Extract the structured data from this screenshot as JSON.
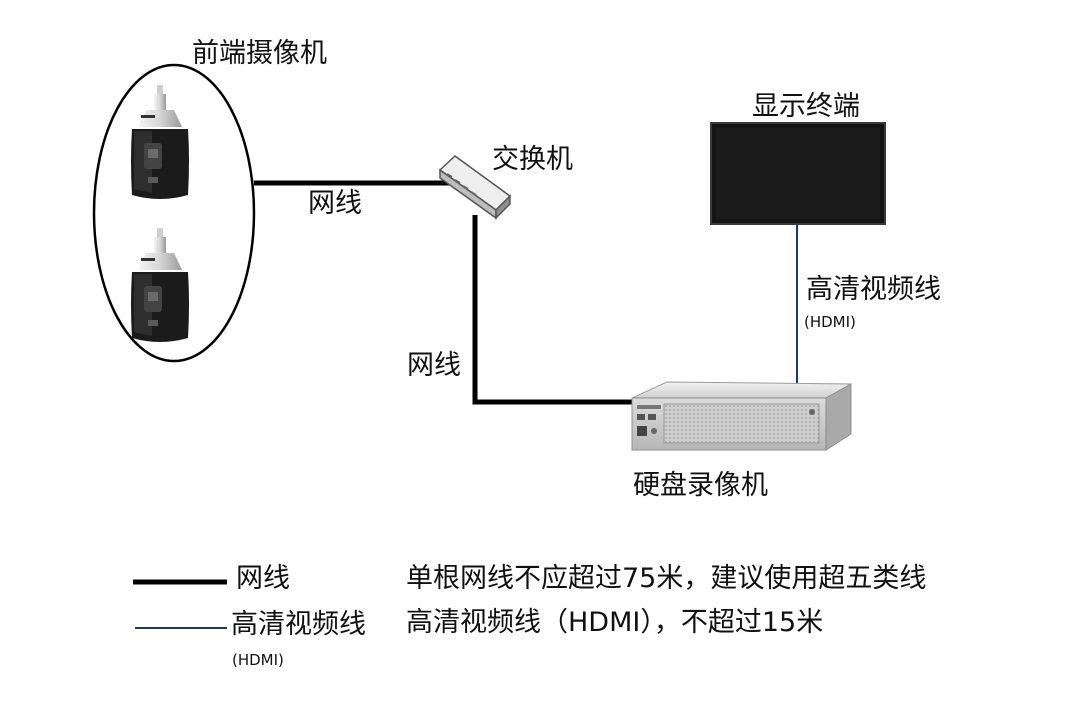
{
  "labels": {
    "cameras": "前端摄像机",
    "switch": "交换机",
    "display": "显示终端",
    "nvr": "硬盘录像机",
    "cable_top": "网线",
    "cable_vertical": "网线",
    "hdmi_line": "高清视频线",
    "hdmi_paren": "(HDMI)"
  },
  "legend": {
    "network": "网线",
    "hdmi": "高清视频线",
    "hdmi_paren": "(HDMI)"
  },
  "notes": {
    "network": "单根网线不应超过75米，建议使用超五类线",
    "hdmi": "高清视频线（HDMI），不超过15米"
  },
  "colors": {
    "network_cable": "#000000",
    "hdmi_cable": "#1f3766",
    "screen": "#141414",
    "camera_dark": "#1b1b1b",
    "camera_light": "#e6e6e6",
    "nvr_body": "#d9d9d9"
  }
}
